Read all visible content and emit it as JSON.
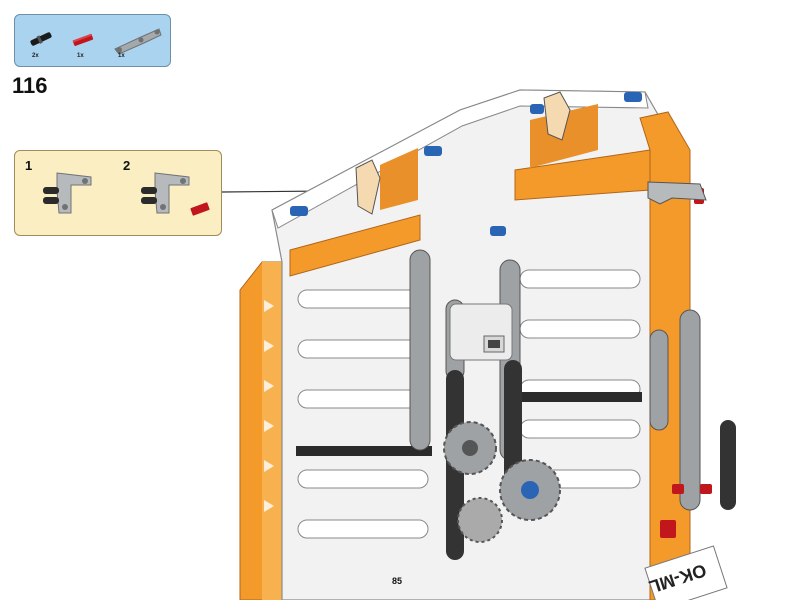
{
  "parts_list": {
    "items": [
      {
        "icon": "black-pin-icon",
        "qty": "2x",
        "color": "#1b1b1b"
      },
      {
        "icon": "red-axle-icon",
        "qty": "1x",
        "color": "#c1161c"
      },
      {
        "icon": "gray-angled-beam-icon",
        "qty": "1x",
        "color": "#a6a9ab"
      }
    ]
  },
  "step": {
    "number": "116"
  },
  "substeps": [
    {
      "number": "1",
      "icon": "gray-beam-with-pins-icon"
    },
    {
      "number": "2",
      "icon": "gray-beam-with-pins-and-red-axle-icon"
    }
  ],
  "model": {
    "sticker_texts": [
      "OK-ML"
    ],
    "colors": {
      "orange": "#f39a2b",
      "white": "#ffffff",
      "gray": "#9fa2a4",
      "dark": "#333333",
      "blue": "#2a64b4",
      "red": "#c1161c"
    }
  },
  "page": {
    "number": "85"
  }
}
